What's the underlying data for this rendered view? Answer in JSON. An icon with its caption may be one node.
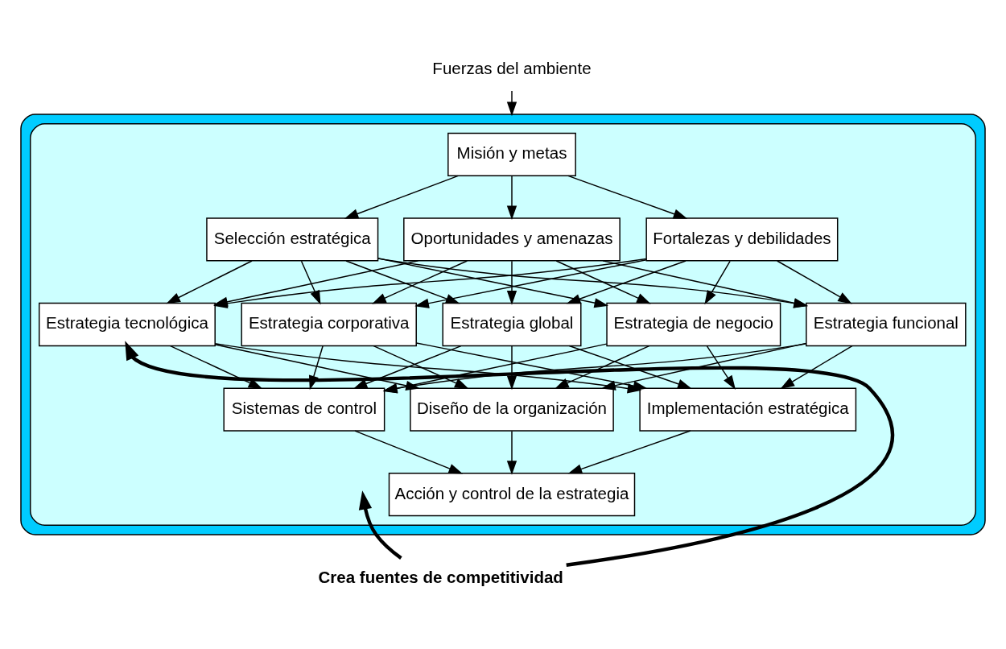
{
  "diagram": {
    "nodes": [
      {
        "text": [
          "Fuerzas del ambiente"
        ]
      },
      {
        "text": [],
        "shape": "ellipse"
      },
      {
        "text": [],
        "shape": "ellipse",
        "in": 1
      },
      {
        "text": [
          "Misión y metas"
        ],
        "in": 2
      },
      {
        "text": [
          "Fortalezas y debilidades"
        ],
        "in": 2
      },
      {
        "text": [
          "Selección estratégica"
        ],
        "in": 2
      },
      {
        "text": [
          "Oportunidades y amenazas"
        ],
        "in": 2
      },
      {
        "text": [
          "Estrategia corporativa"
        ],
        "in": 2
      },
      {
        "text": [
          "Estrategia global"
        ],
        "in": 2
      },
      {
        "text": [
          "Estrategia de negocio"
        ],
        "in": 2
      },
      {
        "text": [
          "Estrategia funcional"
        ],
        "in": 2
      },
      {
        "text": [
          "Estrategia tecnológica"
        ],
        "in": 2
      },
      {
        "text": [
          "Diseño de la organización"
        ],
        "in": 2
      },
      {
        "text": [
          "Implementación estratégica"
        ],
        "in": 2
      },
      {
        "text": [
          "Sistemas de control"
        ],
        "in": 2
      },
      {
        "text": [
          "Acción y control de la estrategia"
        ],
        "in": 2
      },
      {
        "text": [
          "Crea fuentes de competitividad"
        ]
      }
    ],
    "edges": [
      {
        "from": 0,
        "to": 1,
        "arrow": "to"
      },
      {
        "from": 3,
        "to": 4,
        "arrow": "to"
      },
      {
        "from": 3,
        "to": 5,
        "arrow": "to"
      },
      {
        "from": 3,
        "to": 6,
        "arrow": "to"
      },
      {
        "from": 4,
        "to": 7,
        "arrow": "to"
      },
      {
        "from": 4,
        "to": 8,
        "arrow": "to"
      },
      {
        "from": 4,
        "to": 9,
        "arrow": "to"
      },
      {
        "from": 4,
        "to": 10,
        "arrow": "to"
      },
      {
        "from": 4,
        "to": 11,
        "arrow": "to"
      },
      {
        "from": 5,
        "to": 7,
        "arrow": "to"
      },
      {
        "from": 5,
        "to": 8,
        "arrow": "to"
      },
      {
        "from": 5,
        "to": 9,
        "arrow": "to"
      },
      {
        "from": 5,
        "to": 10,
        "arrow": "to"
      },
      {
        "from": 5,
        "to": 11,
        "arrow": "to"
      },
      {
        "from": 6,
        "to": 7,
        "arrow": "to"
      },
      {
        "from": 6,
        "to": 8,
        "arrow": "to"
      },
      {
        "from": 6,
        "to": 9,
        "arrow": "to"
      },
      {
        "from": 6,
        "to": 10,
        "arrow": "to"
      },
      {
        "from": 6,
        "to": 11,
        "arrow": "to"
      },
      {
        "from": 7,
        "to": 12,
        "arrow": "to"
      },
      {
        "from": 7,
        "to": 13,
        "arrow": "to"
      },
      {
        "from": 7,
        "to": 14,
        "arrow": "to"
      },
      {
        "from": 8,
        "to": 12,
        "arrow": "to"
      },
      {
        "from": 8,
        "to": 13,
        "arrow": "to"
      },
      {
        "from": 8,
        "to": 14,
        "arrow": "to"
      },
      {
        "from": 9,
        "to": 12,
        "arrow": "to"
      },
      {
        "from": 9,
        "to": 13,
        "arrow": "to"
      },
      {
        "from": 9,
        "to": 14,
        "arrow": "to"
      },
      {
        "from": 10,
        "to": 12,
        "arrow": "to"
      },
      {
        "from": 10,
        "to": 13,
        "arrow": "to"
      },
      {
        "from": 10,
        "to": 14,
        "arrow": "to"
      },
      {
        "from": 11,
        "to": 12,
        "arrow": "to"
      },
      {
        "from": 11,
        "to": 13,
        "arrow": "to"
      },
      {
        "from": 11,
        "to": 14,
        "arrow": "to"
      },
      {
        "from": 12,
        "to": 15,
        "arrow": "to"
      },
      {
        "from": 13,
        "to": 15,
        "arrow": "to"
      },
      {
        "from": 14,
        "to": 15,
        "arrow": "to"
      },
      {
        "from": 16,
        "to": null,
        "arrow": "to",
        "style": "thick"
      },
      {
        "from": 16,
        "to": 11,
        "arrow": "to",
        "style": "thick"
      }
    ]
  }
}
